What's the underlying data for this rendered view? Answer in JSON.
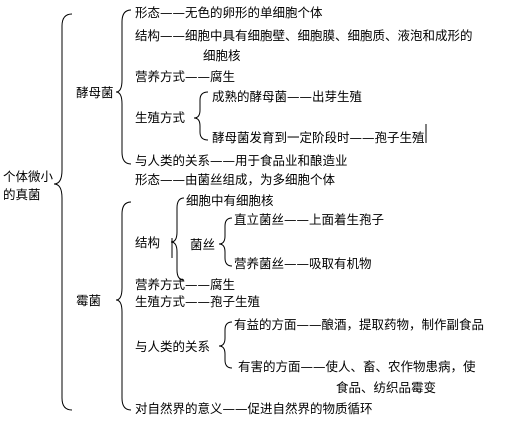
{
  "root": {
    "line1": "个体微小",
    "line2": "的真菌"
  },
  "yeast": {
    "title": "酵母菌",
    "form": "形态——无色的卵形的单细胞个体",
    "structure_line1": "结构——细胞中具有细胞壁、细胞膜、细胞质、液泡和成形的",
    "structure_line2": "细胞核",
    "nutrition": "营养方式——腐生",
    "reproduction": "生殖方式",
    "repro_item1": "成熟的酵母菌——出芽生殖",
    "repro_item2": "酵母菌发育到一定阶段时——孢子生殖",
    "relation": "与人类的关系——用于食品业和酿造业"
  },
  "mold": {
    "title": "霉菌",
    "form": "形态——由菌丝组成，为多细胞个体",
    "structure": "结构",
    "cell": "细胞中有细胞核",
    "hyphae": "菌丝",
    "hyphae_item1": "直立菌丝——上面着生孢子",
    "hyphae_item2": "营养菌丝——吸取有机物",
    "nutrition": "营养方式——腐生",
    "reproduction": "生殖方式——孢子生殖",
    "relation": "与人类的关系",
    "benefit": "有益的方面——酿酒，提取药物，制作副食品",
    "harm_line1": "有害的方面——使人、畜、农作物患病，使",
    "harm_line2": "食品、纺织品霉变"
  },
  "nature": "对自然界的意义——促进自然界的物质循环"
}
